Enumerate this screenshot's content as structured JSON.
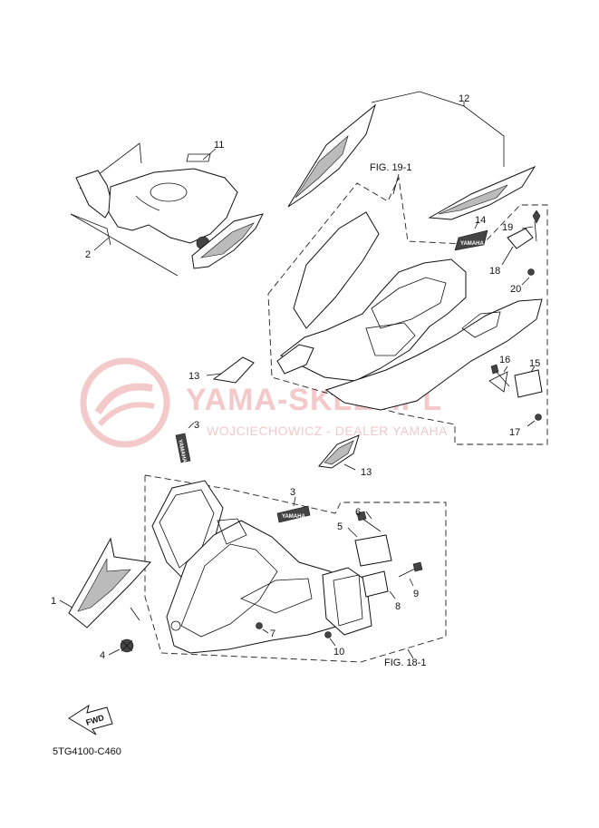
{
  "watermark": {
    "brand": "YAMA-SKLEP.PL",
    "dealer": "WOJCIECHOWICZ - DEALER YAMAHA",
    "logo_color": "#f3c9c9"
  },
  "figure_refs": {
    "fig_19_1": "FIG. 19-1",
    "fig_18_1": "FIG. 18-1"
  },
  "decal_brand_text": "YAMAHA",
  "fwd_label": "FWD",
  "diagram_code": "5TG4100-C460",
  "callouts": {
    "c1": "1",
    "c2": "2",
    "c3a": "3",
    "c3b": "3",
    "c4": "4",
    "c5": "5",
    "c6": "6",
    "c7": "7",
    "c8": "8",
    "c9": "9",
    "c10": "10",
    "c11": "11",
    "c12": "12",
    "c13a": "13",
    "c13b": "13",
    "c14": "14",
    "c15": "15",
    "c16": "16",
    "c17": "17",
    "c18": "18",
    "c19": "19",
    "c20": "20"
  }
}
